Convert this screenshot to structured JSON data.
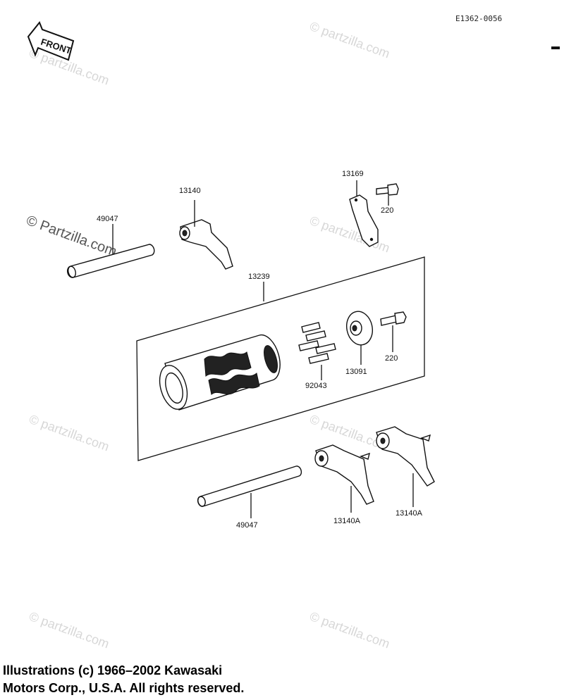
{
  "drawing_code": "E1362-0056",
  "front_label": "FRONT",
  "watermark_text": "© Partzilla.com",
  "watermark_small": "© partzilla.com",
  "parts": {
    "shift_rod_upper": "49047",
    "shift_fork_upper": "13140",
    "guide_plate": "13169",
    "bolt_upper": "220",
    "drum_assembly": "13239",
    "pins": "92043",
    "drum_plate": "13091",
    "bolt_lower": "220",
    "shift_rod_lower": "49047",
    "shift_fork_a1": "13140A",
    "shift_fork_a2": "13140A"
  },
  "copyright": {
    "line1": "Illustrations (c) 1966–2002 Kawasaki",
    "line2": "Motors Corp., U.S.A.  All rights reserved."
  }
}
